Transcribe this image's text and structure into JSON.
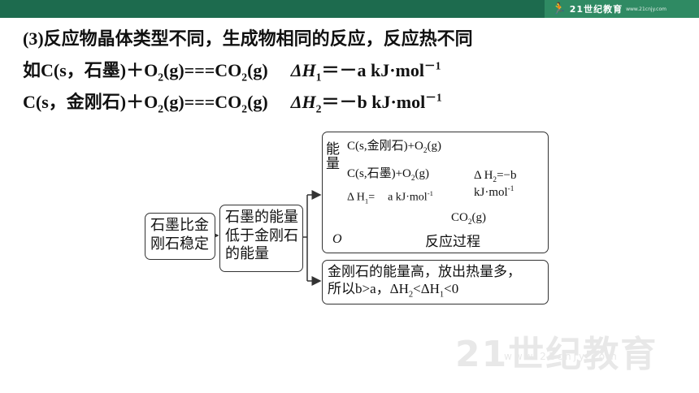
{
  "header": {
    "brand": "21世纪教育",
    "brand_sub": "www.21cnjy.com",
    "logo_glyph": "21"
  },
  "content": {
    "line1": "(3)反应物晶体类型不同，生成物相同的反应，反应热不同",
    "line2": {
      "prefix": "如C(s，石墨)＋O",
      "o2_sub": "2",
      "mid": "(g)===CO",
      "co2_sub": "2",
      "tail": "(g)",
      "dh": "ΔH",
      "dh_sub": "1",
      "value": "＝－a kJ·mol",
      "exp": "－1"
    },
    "line3": {
      "prefix": "C(s，金刚石)＋O",
      "o2_sub": "2",
      "mid": "(g)===CO",
      "co2_sub": "2",
      "tail": "(g)",
      "dh": "ΔH",
      "dh_sub": "2",
      "value": "＝－b kJ·mol",
      "exp": "－1"
    }
  },
  "diagram": {
    "box_a": [
      "石墨比金",
      "刚石稳定"
    ],
    "box_b": [
      "石墨的能量",
      "低于金刚石",
      "的能量"
    ],
    "energy_axis": [
      "能",
      "量"
    ],
    "level_top": {
      "text": "C(s,金刚石)+O",
      "sub": "2",
      "tail": "(g)"
    },
    "level_mid": {
      "text": "C(s,石墨)+O",
      "sub": "2",
      "tail": "(g)"
    },
    "dh1": {
      "lhs": "Δ H",
      "sub": "1",
      "eq": "=",
      "rhs": "a kJ·mol",
      "exp": "-1"
    },
    "dh2": {
      "lhs": "Δ H",
      "sub": "2",
      "eq": "=−b",
      "unit": "kJ·mol",
      "exp": "-1"
    },
    "level_bottom": {
      "text": "CO",
      "sub": "2",
      "tail": "(g)"
    },
    "origin": "O",
    "x_axis": "反应过程",
    "box_d": {
      "line1": "金刚石的能量高，放出热量多，",
      "line2_a": "所以b>a，ΔH",
      "line2_sub1": "2",
      "line2_b": "<ΔH",
      "line2_sub2": "1",
      "line2_c": "<0"
    }
  },
  "watermark": {
    "text": "21世纪教育",
    "sub": "www.21cnjy.com"
  }
}
